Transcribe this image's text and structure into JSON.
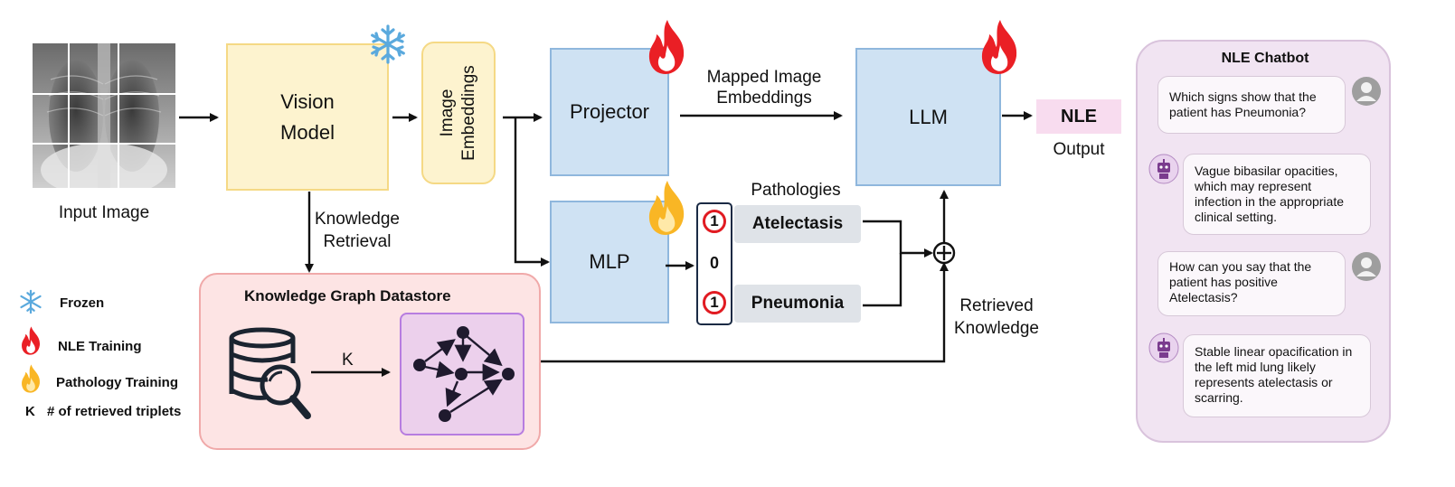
{
  "input": {
    "label": "Input Image"
  },
  "vision": {
    "line1": "Vision",
    "line2": "Model"
  },
  "embeddings": {
    "line1": "Image",
    "line2": "Embeddings"
  },
  "projector": {
    "label": "Projector"
  },
  "mapped": {
    "line1": "Mapped Image",
    "line2": "Embeddings"
  },
  "llm": {
    "label": "LLM"
  },
  "output": {
    "badge": "NLE",
    "label": "Output"
  },
  "mlp": {
    "label": "MLP"
  },
  "pathologies": {
    "title": "Pathologies",
    "items": [
      {
        "value": "1",
        "name": "Atelectasis"
      },
      {
        "value": "0",
        "name": ""
      },
      {
        "value": "1",
        "name": "Pneumonia"
      }
    ]
  },
  "retrieval": {
    "line1": "Knowledge",
    "line2": "Retrieval"
  },
  "datastore": {
    "title": "Knowledge Graph Datastore",
    "k_label": "K"
  },
  "retrieved": {
    "line1": "Retrieved",
    "line2": "Knowledge"
  },
  "legend": {
    "frozen": "Frozen",
    "nle_training": "NLE Training",
    "pathology_training": "Pathology Training",
    "k_symbol": "K",
    "k_desc": "# of retrieved triplets"
  },
  "chatbot": {
    "title": "NLE Chatbot",
    "messages": [
      {
        "role": "user",
        "text": "Which signs show that the patient has Pneumonia?"
      },
      {
        "role": "bot",
        "text": "Vague bibasilar opacities, which may represent infection in the appropriate clinical setting."
      },
      {
        "role": "user",
        "text": "How can you say that the patient has positive Atelectasis?"
      },
      {
        "role": "bot",
        "text": "Stable linear opacification in the left mid lung likely represents atelectasis or scarring."
      }
    ]
  },
  "colors": {
    "yellow_fill": "#fdf3cf",
    "yellow_border": "#f5d985",
    "blue_fill": "#cfe2f3",
    "blue_border": "#8fb7dd",
    "pink_fill": "#fde4e4",
    "pink_border": "#f0a9a9",
    "purple_fill": "#ecd0ec",
    "purple_border": "#b77de0",
    "chat_fill": "#f1e4f2",
    "chat_border": "#d9c3dc",
    "nle_fill": "#f8dcef",
    "grey_pill": "#dfe3e8",
    "red_ring": "#e11b22"
  }
}
